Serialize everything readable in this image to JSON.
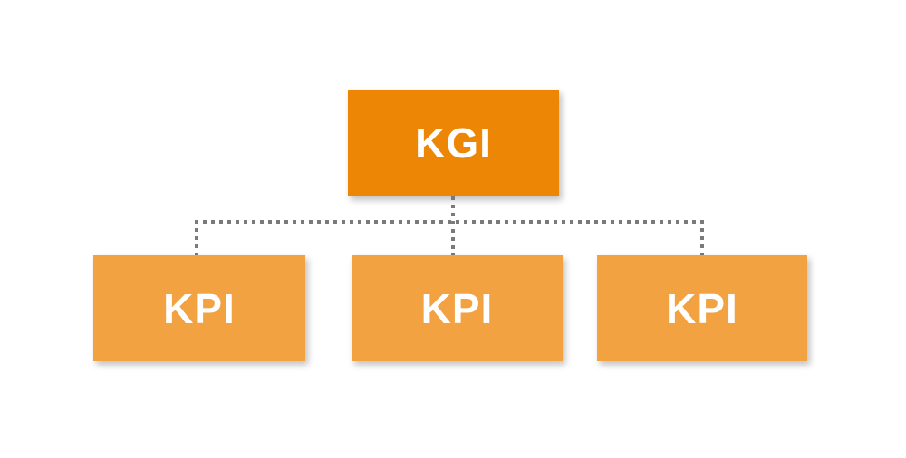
{
  "diagram": {
    "root": {
      "label": "KGI"
    },
    "children": [
      {
        "label": "KPI"
      },
      {
        "label": "KPI"
      },
      {
        "label": "KPI"
      }
    ],
    "colors": {
      "background": "#FFFFFF",
      "kgi_fill": "#ED8505",
      "kpi_fill": "#F2A240",
      "connector_dot": "#7A7A7A",
      "label_text": "#FFFFFF"
    }
  }
}
